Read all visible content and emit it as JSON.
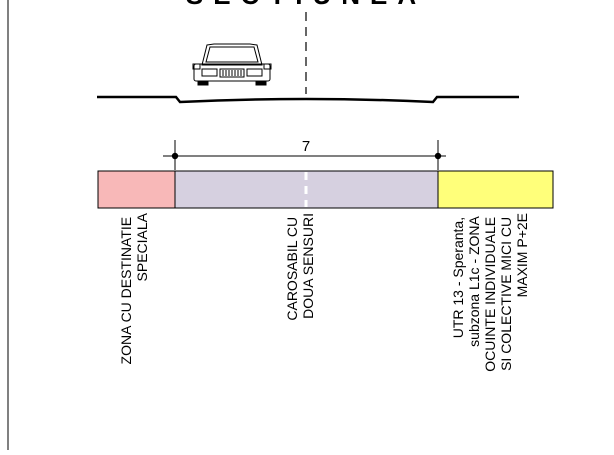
{
  "header": {
    "title_fragment": "SECTIUNEA"
  },
  "road": {
    "width_label": "7"
  },
  "zones": [
    {
      "lines": [
        "ZONA CU DESTINATIE",
        "SPECIALA"
      ],
      "color": "#f8b8b8"
    },
    {
      "lines": [
        "CAROSABIL CU",
        "DOUA SENSURI"
      ],
      "color": "#d6d0e0"
    },
    {
      "lines": [
        "UTR 13 - Speranta,",
        "subzona L1c - ZONA",
        "OCUINTE INDIVIDUALE",
        "SI COLECTIVE MICI CU",
        "MAXIM P+2E"
      ],
      "color": "#ffff7a"
    }
  ],
  "icons": {
    "car": "car-front-icon"
  }
}
